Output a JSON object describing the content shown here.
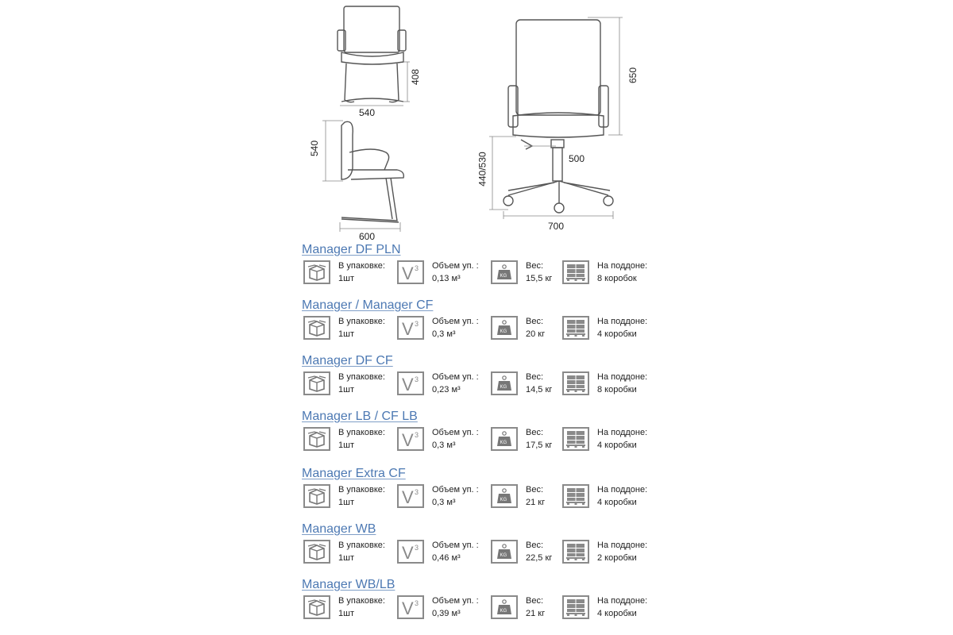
{
  "dimensions": {
    "front_view_width": "540",
    "front_view_height": "408",
    "side_view_height": "540",
    "side_view_depth": "600",
    "main_height": "650",
    "seat_height": "440/530",
    "seat_width": "500",
    "base_width": "700"
  },
  "labels": {
    "pack": "В упаковке:",
    "volume": "Объем уп. :",
    "weight": "Вес:",
    "pallet": "На поддоне:"
  },
  "icons": {
    "pack": "box-icon",
    "volume": "volume-v3-icon",
    "weight": "weight-kg-icon",
    "pallet": "pallet-icon",
    "weight_text": "KG",
    "volume_text": "V",
    "volume_sup": "3"
  },
  "specs": [
    {
      "name": "Manager DF PLN",
      "pack": "1шт",
      "volume": "0,13 м³",
      "weight": "15,5 кг",
      "pallet": "8 коробок"
    },
    {
      "name": "Manager / Manager CF",
      "pack": "1шт",
      "volume": "0,3 м³",
      "weight": "20 кг",
      "pallet": "4 коробки"
    },
    {
      "name": "Manager DF  CF",
      "pack": "1шт",
      "volume": "0,23 м³",
      "weight": "14,5 кг",
      "pallet": "8 коробки"
    },
    {
      "name": "Manager LB / CF LB",
      "pack": "1шт",
      "volume": "0,3 м³",
      "weight": "17,5 кг",
      "pallet": "4 коробки"
    },
    {
      "name": "Manager Extra CF",
      "pack": "1шт",
      "volume": "0,3 м³",
      "weight": "21 кг",
      "pallet": "4 коробки"
    },
    {
      "name": "Manager WB",
      "pack": "1шт",
      "volume": "0,46 м³",
      "weight": "22,5 кг",
      "pallet": "2 коробки"
    },
    {
      "name": "Manager WB/LB",
      "pack": "1шт",
      "volume": "0,39 м³",
      "weight": "21 кг",
      "pallet": "4 коробки"
    }
  ]
}
